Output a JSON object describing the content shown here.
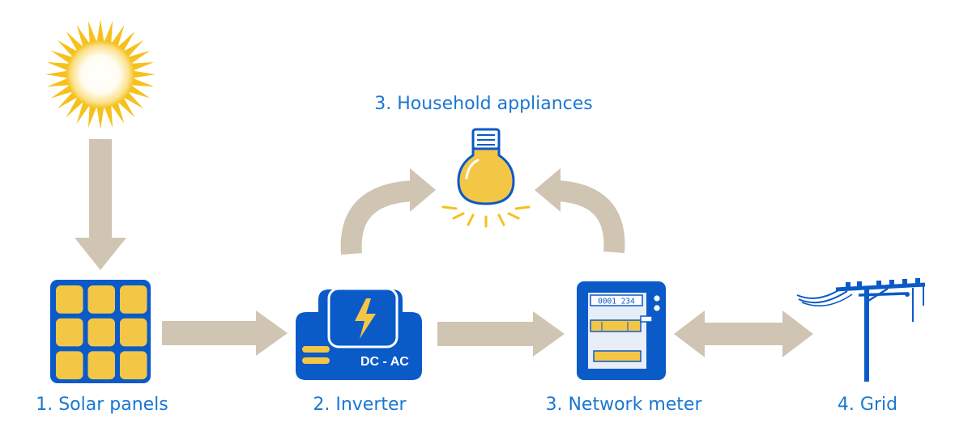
{
  "labels": {
    "solar": "1. Solar panels",
    "inverter": "2. Inverter",
    "meter": "3. Network meter",
    "appliances": "3. Household appliances",
    "grid": "4. Grid"
  },
  "inverter_text": "DC - AC",
  "meter_display": "0001 234",
  "colors": {
    "blue": "#0a5ac8",
    "label_blue": "#1a77d1",
    "yellow": "#f4c646",
    "arrow": "#cfc5b2",
    "sun_ray": "#f6c11c"
  },
  "icons": [
    "sun-icon",
    "solar-panel-icon",
    "inverter-icon",
    "lightbulb-icon",
    "meter-icon",
    "power-pole-icon"
  ]
}
